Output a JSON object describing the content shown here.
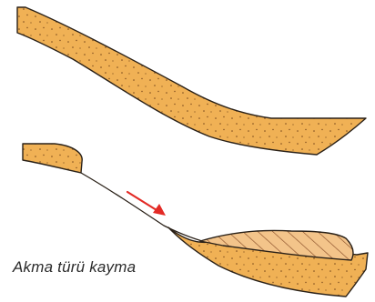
{
  "caption": "Akma türü kayma",
  "colors": {
    "sediment_fill": "#f0b155",
    "sediment_outline": "#2a2118",
    "speckle": "#7a4a1c",
    "slid_mass_fill": "#f3c48a",
    "hatch": "#8a4e28",
    "arrow": "#e32a25",
    "background": "#ffffff"
  },
  "elements": {
    "top_panel": "stable-slope",
    "bottom_panel": "slope-after-flow",
    "arrow_meaning": "direction-of-movement"
  }
}
